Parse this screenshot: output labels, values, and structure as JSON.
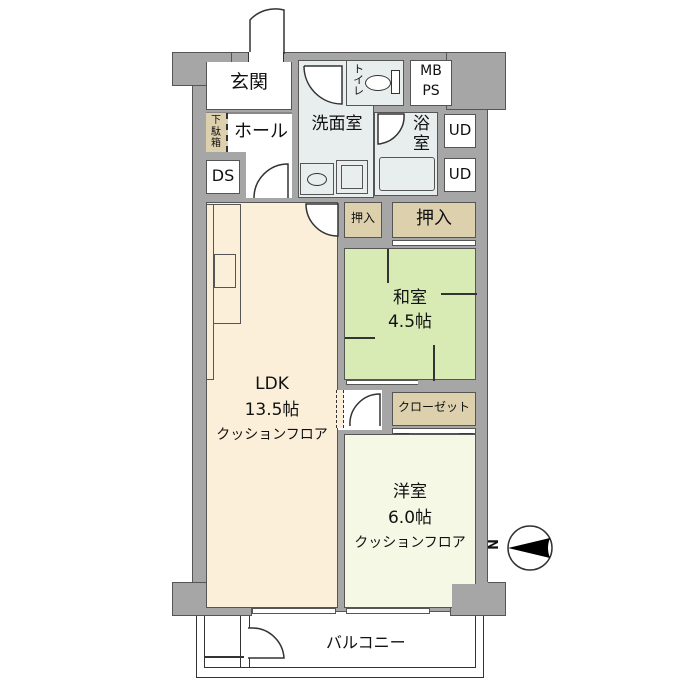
{
  "floorplan": {
    "colors": {
      "wall": "#a6a6a6",
      "wall_stroke": "#555555",
      "ldk_floor": "#fbefd9",
      "washitsu_floor": "#d8ebb4",
      "youshitsu_floor": "#f6f8e6",
      "wet_area_floor": "#e8eeee",
      "storage_fill": "#ddd0ad",
      "white": "#ffffff"
    },
    "rooms": {
      "genkan": "玄関",
      "hall": "ホール",
      "getabako": "下\n駄\n箱",
      "ds": "DS",
      "senmenshitsu": "洗面室",
      "toilet": "トイレ",
      "mbps_1": "MB",
      "mbps_2": "PS",
      "yokushitsu_1": "浴",
      "yokushitsu_2": "室",
      "ud_1": "UD",
      "ud_2": "UD",
      "oshiire_small": "押入",
      "oshiire_large": "押入",
      "washitsu_name": "和室",
      "washitsu_size": "4.5帖",
      "closet": "クローゼット",
      "ldk_name": "LDK",
      "ldk_size": "13.5帖",
      "ldk_floor": "クッションフロア",
      "youshitsu_name": "洋室",
      "youshitsu_size": "6.0帖",
      "youshitsu_floor": "クッションフロア",
      "balcony": "バルコニー"
    },
    "compass": {
      "label": "N",
      "direction": "west"
    }
  }
}
